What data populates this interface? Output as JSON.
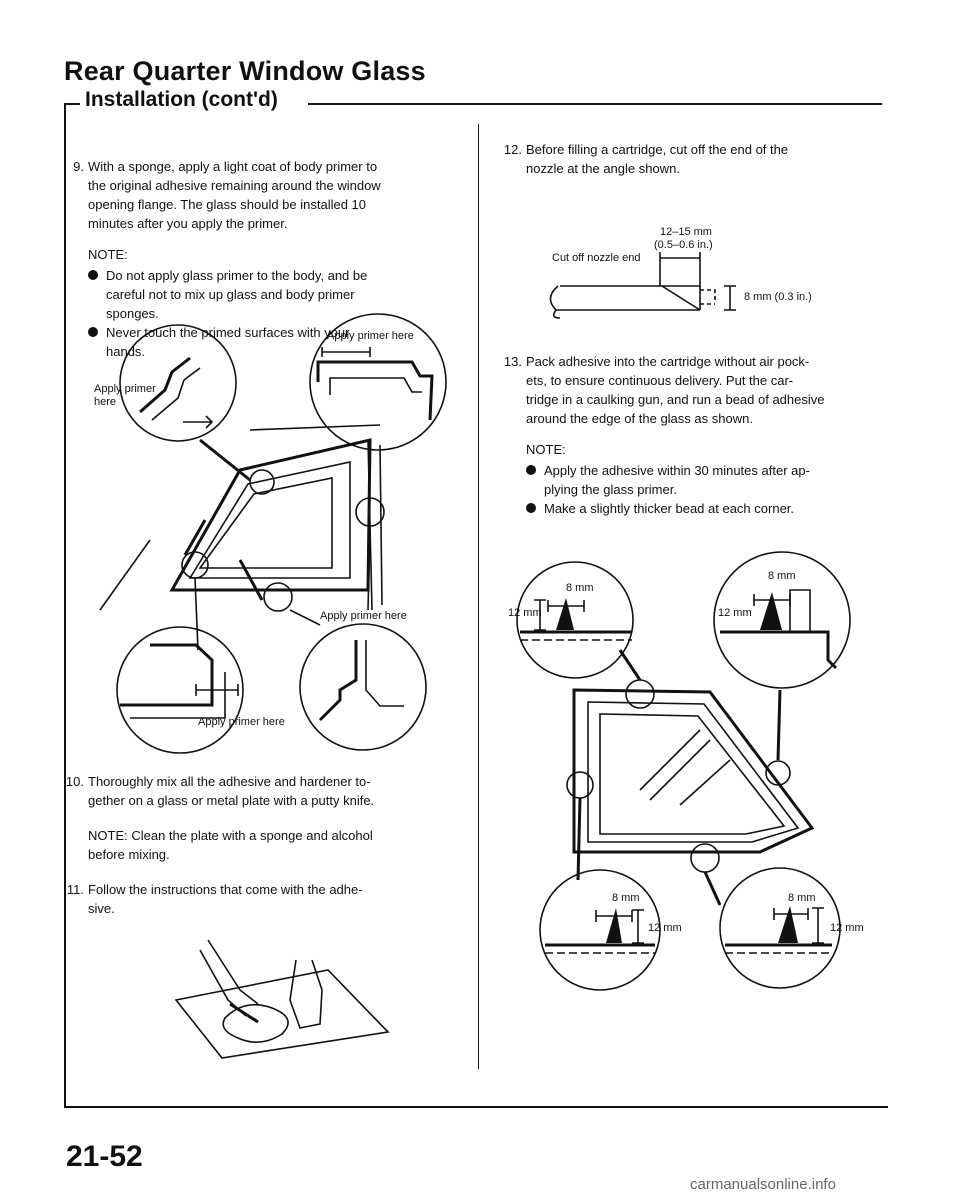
{
  "header": {
    "title": "Rear Quarter Window Glass",
    "subtitle": "Installation (cont'd)"
  },
  "steps": {
    "s9": {
      "number": "9.",
      "lines": [
        "With a sponge, apply a light coat of body primer to",
        "the original adhesive remaining around the window",
        "opening flange. The glass should be installed 10",
        "minutes after you apply the primer."
      ],
      "note_label": "NOTE:",
      "bullets": [
        [
          "Do not apply glass primer to the body, and be",
          "careful not to mix up glass and body primer",
          "sponges."
        ],
        [
          "Never touch the primed surfaces with your",
          "hands."
        ]
      ]
    },
    "s10": {
      "number": "10.",
      "lines": [
        "Thoroughly mix all the adhesive and hardener to-",
        "gether on a glass or metal plate with a putty knife."
      ],
      "note_lines": [
        "NOTE: Clean the plate with a sponge and alcohol",
        "before mixing."
      ]
    },
    "s11": {
      "number": "11.",
      "lines": [
        "Follow the instructions that come with the adhe-",
        "sive."
      ]
    },
    "s12": {
      "number": "12.",
      "lines": [
        "Before filling a cartridge, cut off the end of the",
        "nozzle at the angle shown."
      ]
    },
    "s13": {
      "number": "13.",
      "lines": [
        "Pack adhesive into the cartridge without air pock-",
        "ets, to ensure continuous delivery. Put the car-",
        "tridge in a caulking gun, and run a bead of adhesive",
        "around the edge of the glass as shown."
      ],
      "note_label": "NOTE:",
      "bullets": [
        [
          "Apply the adhesive within 30 minutes after ap-",
          "plying the glass primer."
        ],
        [
          "Make a slightly thicker bead at each corner."
        ]
      ]
    }
  },
  "figures": {
    "primer": {
      "label_tl_1": "Apply primer",
      "label_tl_2": "here",
      "label_tr": "Apply primer here",
      "label_mid": "Apply primer here",
      "label_bl": "Apply primer here"
    },
    "nozzle": {
      "dim_top_1": "12–15 mm",
      "dim_top_2": "(0.5–0.6 in.)",
      "cut_label": "Cut off nozzle end",
      "dim_side": "8 mm (0.3 in.)"
    },
    "bead": {
      "tl_w": "8 mm",
      "tl_h": "12 mm",
      "tr_w": "8 mm",
      "tr_h": "12 mm",
      "bl_w": "8 mm",
      "bl_h": "12 mm",
      "br_w": "8 mm",
      "br_h": "12 mm"
    }
  },
  "footer": {
    "page_number": "21-52",
    "watermark": "carmanualsonline.info"
  }
}
